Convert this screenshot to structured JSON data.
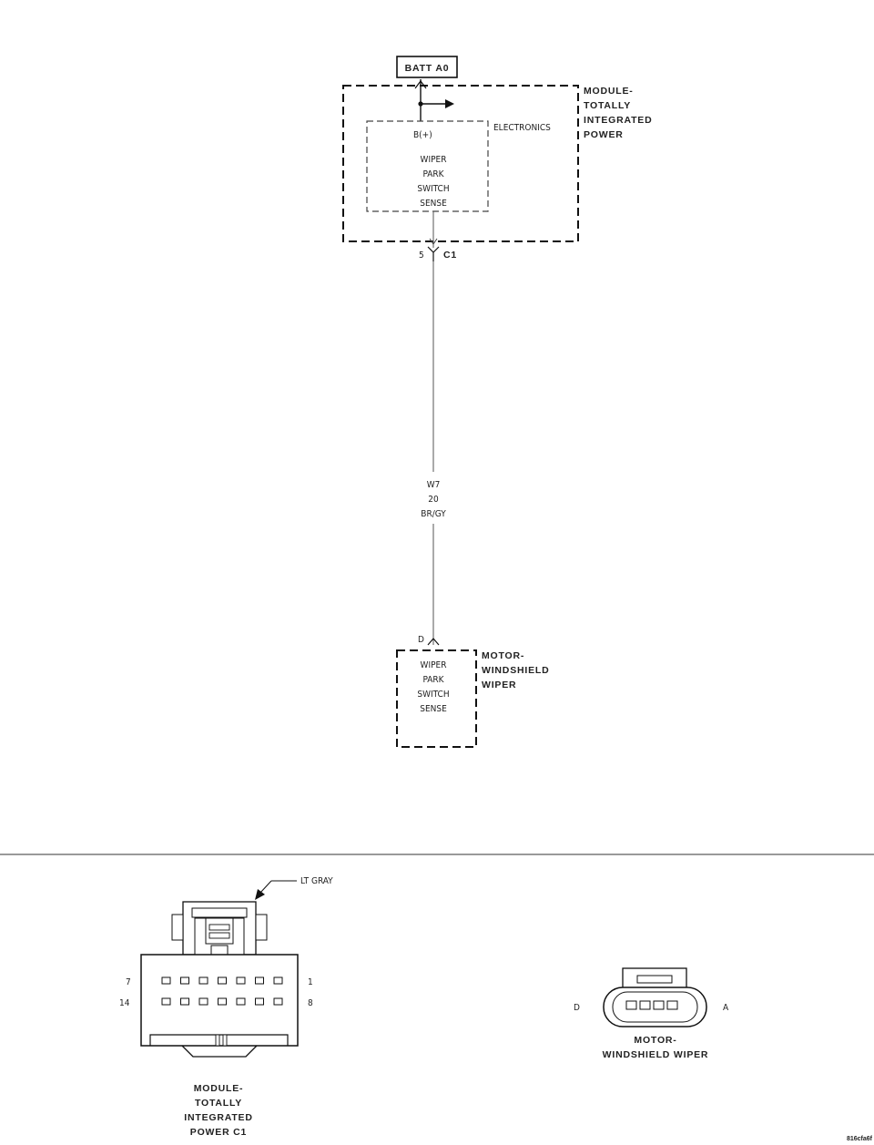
{
  "diagram": {
    "batt_label": "BATT A0",
    "module": {
      "title_lines": [
        "MODULE-",
        "TOTALLY",
        "INTEGRATED",
        "POWER"
      ],
      "inner_box_label": "ELECTRONICS",
      "pin_label": "B(+)",
      "function_lines": [
        "WIPER",
        "PARK",
        "SWITCH",
        "SENSE"
      ],
      "connector_pin": "5",
      "connector_name": "C1"
    },
    "wire": {
      "circuit": "W7",
      "gauge": "20",
      "color": "BR/GY"
    },
    "motor": {
      "pin": "D",
      "title_lines": [
        "MOTOR-",
        "WINDSHIELD",
        "WIPER"
      ],
      "function_lines": [
        "WIPER",
        "PARK",
        "SWITCH",
        "SENSE"
      ]
    }
  },
  "connectors": {
    "tipm_c1": {
      "color_callout": "LT GRAY",
      "pin_top_left": "7",
      "pin_top_right": "1",
      "pin_bottom_left": "14",
      "pin_bottom_right": "8",
      "caption_lines": [
        "MODULE-",
        "TOTALLY",
        "INTEGRATED",
        "POWER C1"
      ]
    },
    "wiper_motor": {
      "pin_left": "D",
      "pin_right": "A",
      "caption_lines": [
        "MOTOR-",
        "WINDSHIELD WIPER"
      ]
    }
  },
  "figure_id": "816cfa6f"
}
